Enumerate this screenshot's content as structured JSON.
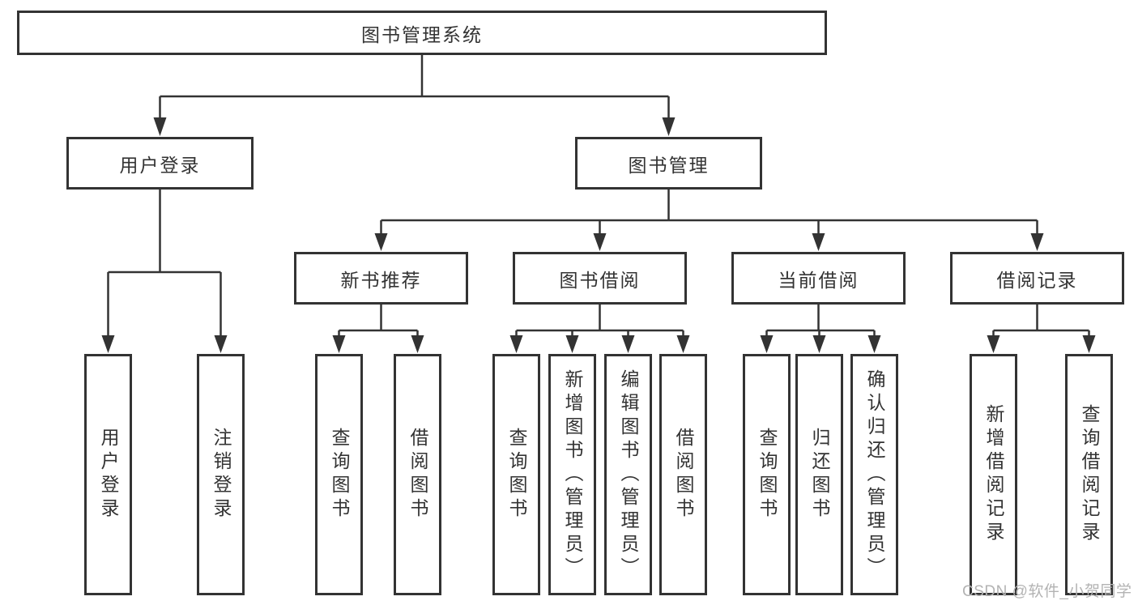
{
  "diagram": {
    "root": {
      "label": "图书管理系统",
      "children": [
        {
          "label": "用户登录",
          "children": [
            {
              "label": "用户登录"
            },
            {
              "label": "注销登录"
            }
          ]
        },
        {
          "label": "图书管理",
          "children": [
            {
              "label": "新书推荐",
              "children": [
                {
                  "label": "查询图书"
                },
                {
                  "label": "借阅图书"
                }
              ]
            },
            {
              "label": "图书借阅",
              "children": [
                {
                  "label": "查询图书"
                },
                {
                  "label": "新增图书（管理员）"
                },
                {
                  "label": "编辑图书（管理员）"
                },
                {
                  "label": "借阅图书"
                }
              ]
            },
            {
              "label": "当前借阅",
              "children": [
                {
                  "label": "查询图书"
                },
                {
                  "label": "归还图书"
                },
                {
                  "label": "确认归还（管理员）"
                }
              ]
            },
            {
              "label": "借阅记录",
              "children": [
                {
                  "label": "新增借阅记录"
                },
                {
                  "label": "查询借阅记录"
                }
              ]
            }
          ]
        }
      ]
    }
  },
  "watermark": {
    "text": "CSDN @软件_小贺同学"
  },
  "colors": {
    "line": "#333333",
    "box_border": "#333333",
    "text": "#333333",
    "watermark": "#b3b3b3",
    "background": "#ffffff"
  }
}
